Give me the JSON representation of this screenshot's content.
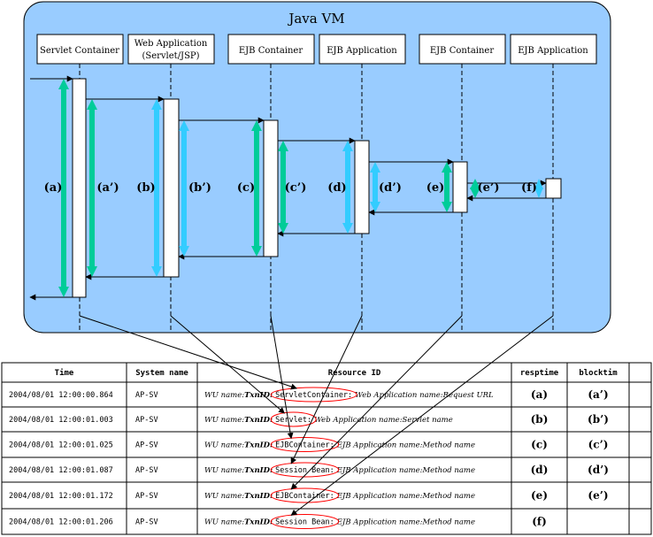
{
  "vm": {
    "title": "Java VM"
  },
  "components": [
    {
      "label_lines": [
        "Servlet Container"
      ]
    },
    {
      "label_lines": [
        "Web Application",
        "(Servlet/JSP)"
      ]
    },
    {
      "label_lines": [
        "EJB Container"
      ]
    },
    {
      "label_lines": [
        "EJB Application"
      ]
    },
    {
      "label_lines": [
        "EJB Container"
      ]
    },
    {
      "label_lines": [
        "EJB Application"
      ]
    }
  ],
  "resp_labels": [
    "(a)",
    "(b)",
    "(c)",
    "(d)",
    "(e)",
    "(f)"
  ],
  "block_labels": [
    "(a’)",
    "(b’)",
    "(c’)",
    "(d’)",
    "(e’)"
  ],
  "table": {
    "headers": {
      "time": "Time",
      "system": "System name",
      "resource": "Resource ID",
      "resp": "resptime",
      "block": "blocktim"
    },
    "rows": [
      {
        "time": "2004/08/01 12:00:00.864",
        "system": "AP-SV",
        "wu": "WU name:",
        "txn": "TxnID:",
        "res_key": "ServletContainer:",
        "rest": "Web Application name:Request URL",
        "resp": "(a)",
        "block": "(a’)"
      },
      {
        "time": "2004/08/01 12:00:01.003",
        "system": "AP-SV",
        "wu": "WU name:",
        "txn": "TxnID:",
        "res_key": "Servlet:",
        "rest": "Web Application name:Servlet name",
        "resp": "(b)",
        "block": "(b’)"
      },
      {
        "time": "2004/08/01 12:00:01.025",
        "system": "AP-SV",
        "wu": "WU name:",
        "txn": "TxnID:",
        "res_key": "EJBContainer:",
        "rest": "EJB Application name:Method name",
        "resp": "(c)",
        "block": "(c’)"
      },
      {
        "time": "2004/08/01 12:00:01.087",
        "system": "AP-SV",
        "wu": "WU name:",
        "txn": "TxnID:",
        "res_key": "Session Bean:",
        "rest": "EJB Application name:Method name",
        "resp": "(d)",
        "block": "(d’)"
      },
      {
        "time": "2004/08/01 12:00:01.172",
        "system": "AP-SV",
        "wu": "WU name:",
        "txn": "TxnID:",
        "res_key": "EJBContainer:",
        "rest": "EJB Application name:Method name",
        "resp": "(e)",
        "block": "(e’)"
      },
      {
        "time": "2004/08/01 12:00:01.206",
        "system": "AP-SV",
        "wu": "WU name:",
        "txn": "TxnID:",
        "res_key": "Session Bean:",
        "rest": "EJB Application name:Method name",
        "resp": "(f)",
        "block": ""
      }
    ]
  },
  "colors": {
    "vm_fill": "#99ccff",
    "resp_arrow": "#00cc99",
    "block_arrow": "#33ccff",
    "oval": "#ff0000"
  }
}
